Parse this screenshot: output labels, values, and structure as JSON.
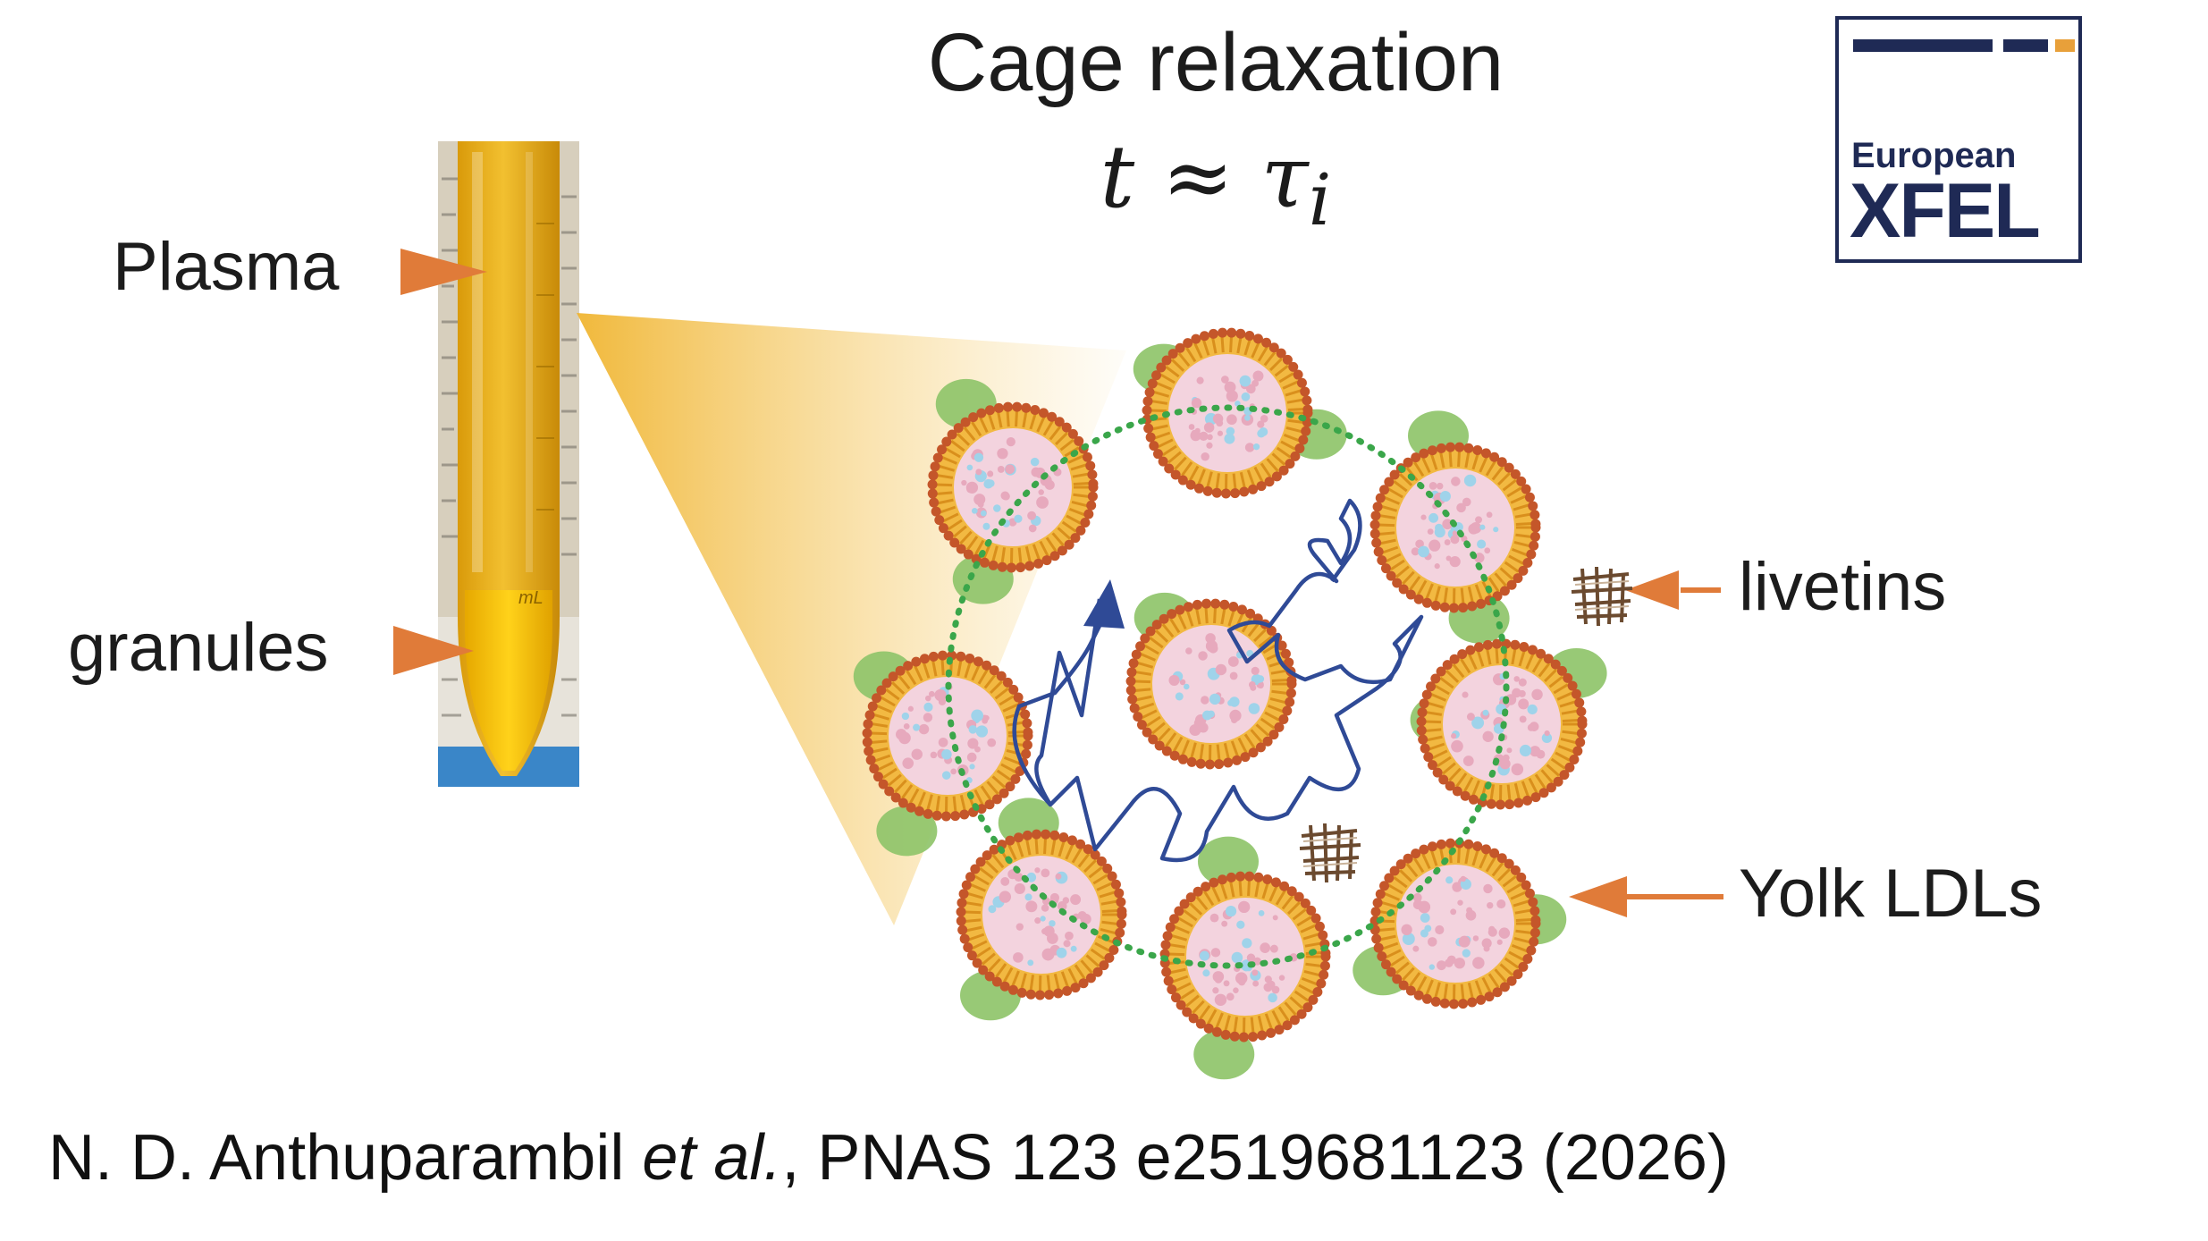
{
  "title": "Cage relaxation",
  "formula": {
    "base": "t ≈ τ",
    "subscript": "i"
  },
  "labels": {
    "plasma": "Plasma",
    "granules": "granules",
    "livetins": "livetins",
    "yolk_ldls": "Yolk LDLs"
  },
  "citation": {
    "authors": "N. D. Anthuparambil ",
    "etal": "et al.",
    "rest": ", PNAS 123 e2519681123 (2026)"
  },
  "logo": {
    "line1": "European",
    "line2": "XFEL",
    "navy": "#1f2a55",
    "orange": "#e8a03a"
  },
  "tube_marking": "mL",
  "colors": {
    "arrow": "#e07b39",
    "cage": "#3aa64a",
    "path": "#2f4a96",
    "shell": "#c4562a",
    "lipid": "#f2b942",
    "core": "#f3d3de",
    "protein": "#8fc46a",
    "yolk": "#f1b90b"
  }
}
